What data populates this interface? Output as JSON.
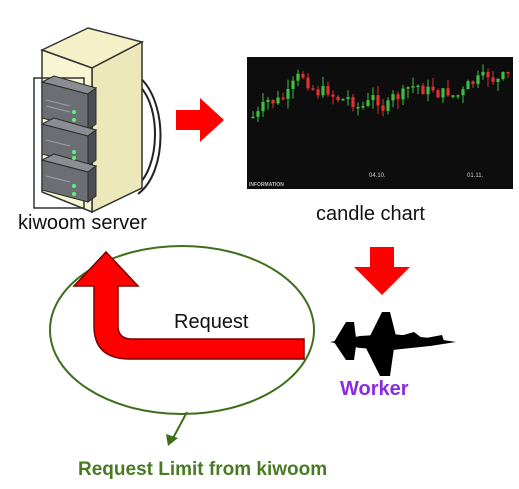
{
  "nodes": {
    "server": {
      "label": "kiwoom server",
      "icon": "server-rack-icon"
    },
    "chart": {
      "label": "candle chart",
      "icon": "candlestick-chart-icon",
      "axis_dates": [
        "04.10.",
        "01.11."
      ],
      "corner_text": "INFORMATION",
      "up_color": "#3fbf3f",
      "down_color": "#e0302f"
    },
    "worker": {
      "label": "Worker",
      "icon": "fighter-jet-icon",
      "color": "#8a2be2"
    },
    "request": {
      "label": "Request"
    },
    "limit": {
      "label": "Request Limit from kiwoom",
      "color": "#4a7a23"
    }
  },
  "arrows": {
    "color": "#ff0000",
    "server_to_chart": "right-arrow-icon",
    "chart_to_worker": "down-arrow-icon",
    "worker_to_server": "curved-request-arrow-icon"
  }
}
